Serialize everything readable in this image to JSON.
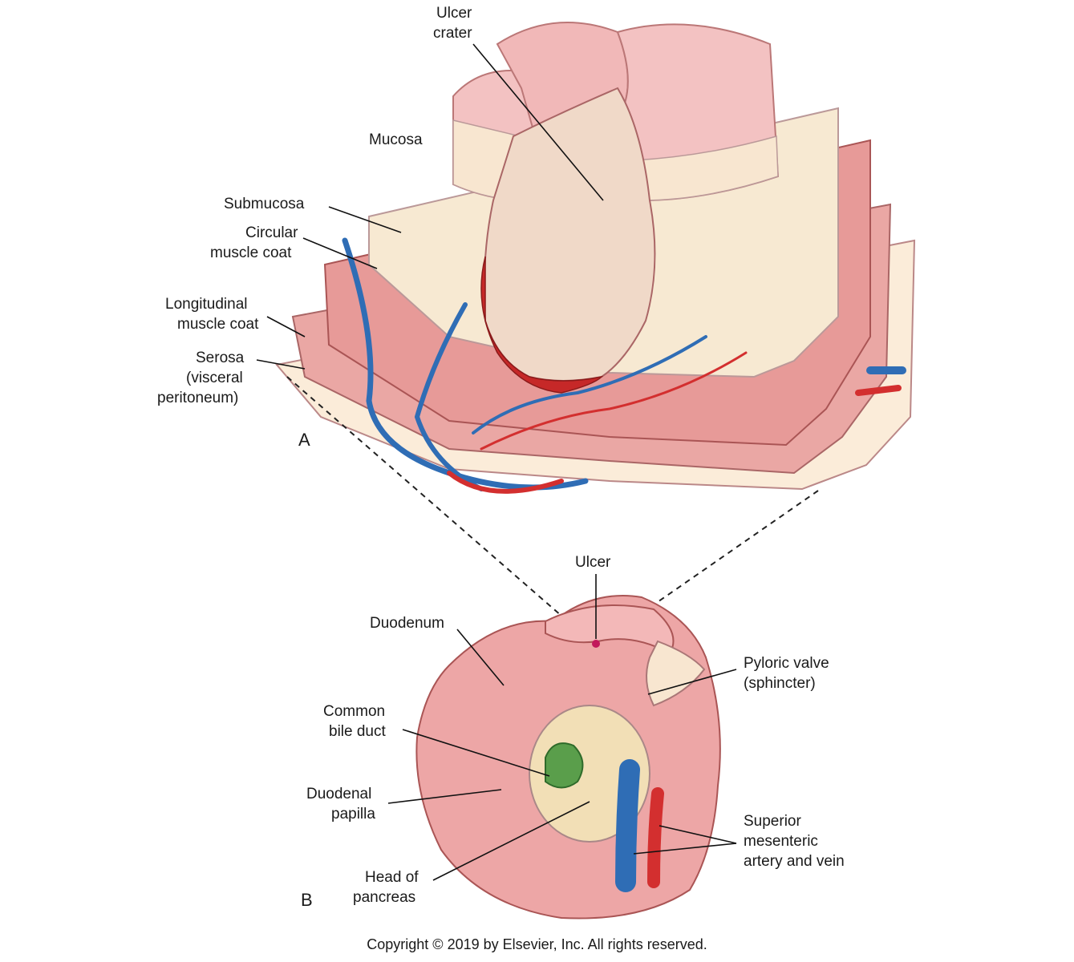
{
  "panel_a": {
    "letter": "A",
    "labels": {
      "ulcer_crater": [
        "Ulcer",
        "crater"
      ],
      "mucosa": "Mucosa",
      "submucosa": "Submucosa",
      "circular_muscle": [
        "Circular",
        "muscle coat"
      ],
      "longitudinal_muscle": [
        "Longitudinal",
        "muscle coat"
      ],
      "serosa": [
        "Serosa",
        "(visceral",
        "peritoneum)"
      ]
    }
  },
  "panel_b": {
    "letter": "B",
    "labels": {
      "ulcer": "Ulcer",
      "duodenum": "Duodenum",
      "pyloric_valve": [
        "Pyloric valve",
        "(sphincter)"
      ],
      "common_bile_duct": [
        "Common",
        "bile duct"
      ],
      "duodenal_papilla": [
        "Duodenal",
        "papilla"
      ],
      "head_of_pancreas": [
        "Head of",
        "pancreas"
      ],
      "sma_smv": [
        "Superior",
        "mesenteric",
        "artery and vein"
      ]
    }
  },
  "copyright": "Copyright © 2019 by Elsevier, Inc. All rights reserved.",
  "colors": {
    "mucosa": "#f3c2c2",
    "muscle": "#e8a0a0",
    "submucosa": "#f7e9d2",
    "serosa": "#fbecd9",
    "artery": "#d32f2f",
    "vein": "#2f6db5",
    "bile": "#5a9e4b",
    "pancreas": "#f2dfb6"
  }
}
